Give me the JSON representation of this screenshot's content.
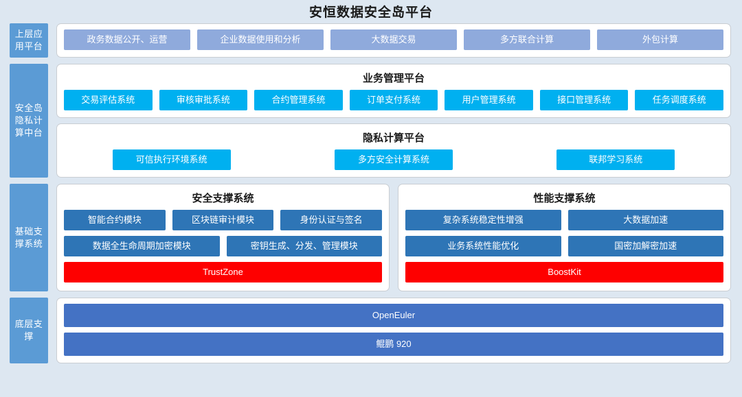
{
  "page": {
    "title": "安恒数据安全岛平台",
    "colors": {
      "background": "#dde7f1",
      "band_label": "#5b9bd5",
      "app_chip": "#8faadc",
      "cyan_chip": "#00b0f0",
      "steel_chip": "#2e75b6",
      "red_bar": "#fe0000",
      "base_bar": "#4472c4",
      "panel": "#ffffff"
    }
  },
  "bands": [
    {
      "label": "上层应用平台",
      "panels": [
        {
          "title": "",
          "items": [
            "政务数据公开、运营",
            "企业数据使用和分析",
            "大数据交易",
            "多方联合计算",
            "外包计算"
          ]
        }
      ]
    },
    {
      "label": "安全岛隐私计算中台",
      "panels": [
        {
          "title": "业务管理平台",
          "items": [
            "交易评估系统",
            "审核审批系统",
            "合约管理系统",
            "订单支付系统",
            "用户管理系统",
            "接口管理系统",
            "任务调度系统"
          ]
        },
        {
          "title": "隐私计算平台",
          "items": [
            "可信执行环境系统",
            "多方安全计算系统",
            "联邦学习系统"
          ]
        }
      ]
    },
    {
      "label": "基础支撑系统",
      "panels": [
        {
          "title": "安全支撑系统",
          "row1": [
            "智能合约模块",
            "区块链审计模块",
            "身份认证与签名"
          ],
          "row2": [
            "数据全生命周期加密模块",
            "密钥生成、分发、管理模块"
          ],
          "accelerator": "TrustZone"
        },
        {
          "title": "性能支撑系统",
          "row1": [
            "复杂系统稳定性增强",
            "大数据加速"
          ],
          "row2": [
            "业务系统性能优化",
            "国密加解密加速"
          ],
          "accelerator": "BoostKit"
        }
      ]
    },
    {
      "label": "底层支撑",
      "panels": [
        {
          "title": "",
          "items": [
            "OpenEuler",
            "鲲鹏 920"
          ]
        }
      ]
    }
  ]
}
